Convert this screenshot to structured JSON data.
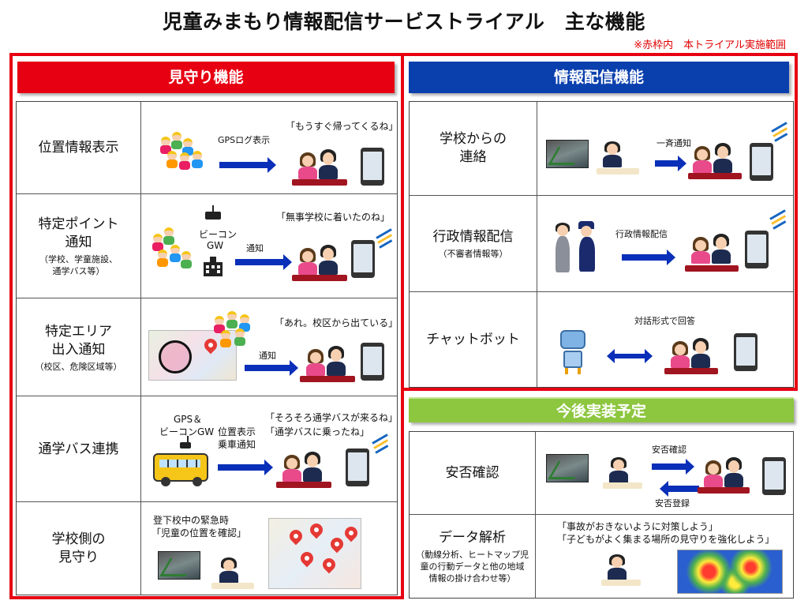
{
  "title": "児童みまもり情報配信サービストライアル　主な機能",
  "note": "※赤枠内　本トライアル実施範囲",
  "left": {
    "header": "見守り機能",
    "rows": [
      {
        "label": "位置情報表示",
        "sub": "",
        "texts": [
          "GPSログ表示",
          "「もうすぐ帰ってくるね」"
        ]
      },
      {
        "label": "特定ポイント\n通知",
        "sub": "（学校、学童施設、\n通学バス等）",
        "texts": [
          "ビーコン",
          "GW",
          "通知",
          "「無事学校に着いたのね」"
        ]
      },
      {
        "label": "特定エリア\n出入通知",
        "sub": "（校区、危険区域等）",
        "texts": [
          "通知",
          "「あれ。校区から出ている」"
        ]
      },
      {
        "label": "通学バス連携",
        "sub": "",
        "texts": [
          "GPS＆",
          "ビーコンGW",
          "位置表示",
          "乗車通知",
          "「そろそろ通学バスが来るね」",
          "「通学バスに乗ったね」"
        ]
      },
      {
        "label": "学校側の\n見守り",
        "sub": "",
        "texts": [
          "登下校中の緊急時",
          "「児童の位置を確認」"
        ]
      }
    ]
  },
  "right": {
    "header": "情報配信機能",
    "rows": [
      {
        "label": "学校からの\n連絡",
        "sub": "",
        "texts": [
          "一斉通知"
        ]
      },
      {
        "label": "行政情報配信",
        "sub": "（不審者情報等）",
        "texts": [
          "行政情報配信"
        ]
      },
      {
        "label": "チャットボット",
        "sub": "",
        "texts": [
          "対話形式で回答"
        ]
      }
    ]
  },
  "future": {
    "header": "今後実装予定",
    "rows": [
      {
        "label": "安否確認",
        "sub": "",
        "texts": [
          "安否確認",
          "安否登録"
        ]
      },
      {
        "label": "データ解析",
        "sub": "（動線分析、ヒートマップ児\n童の行動データと他の地域\n情報の掛け合わせ等）",
        "texts": [
          "「事故がおきないように対策しよう」",
          "「子どもがよく集まる場所の見守りを強化しよう」"
        ]
      }
    ]
  },
  "colors": {
    "red": "#e60012",
    "blue": "#0a3fae",
    "green": "#8dc63f",
    "arrow": "#0a2fb8"
  }
}
